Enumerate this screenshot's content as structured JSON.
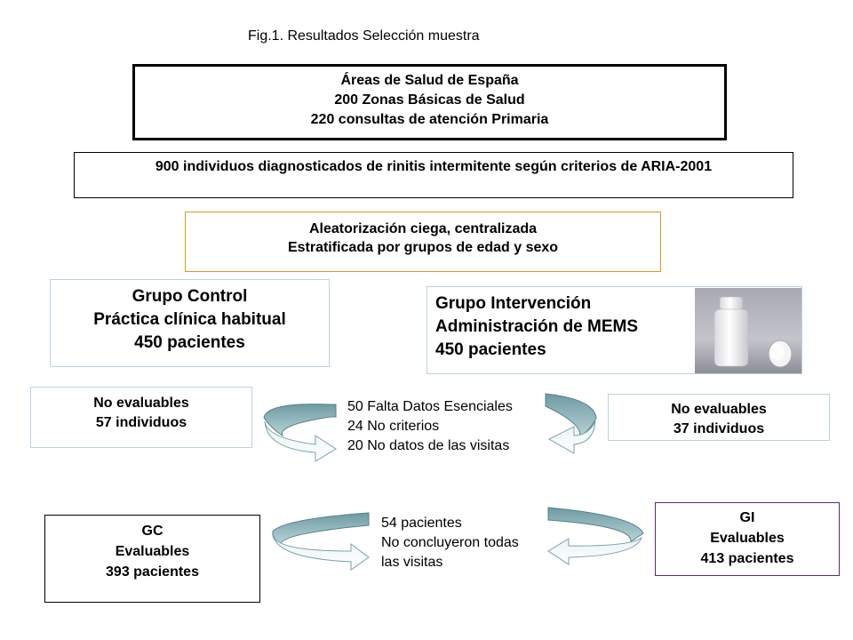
{
  "title": "Fig.1. Resultados  Selección muestra",
  "areas": [
    "Áreas de Salud de España",
    "200 Zonas Básicas de Salud",
    "220 consultas de atención Primaria"
  ],
  "diagnosed": "900 individuos diagnosticados de rinitis intermitente según criterios de ARIA-2001",
  "randomization": [
    "Aleatorización ciega, centralizada",
    "Estratificada por grupos de edad y sexo"
  ],
  "control_group": [
    "Grupo Control",
    "Práctica clínica habitual",
    "450 pacientes"
  ],
  "intervention_group": [
    "Grupo Intervención",
    "Administración de MEMS",
    "450 pacientes"
  ],
  "not_evaluable_control": [
    "No evaluables",
    "57 individuos"
  ],
  "not_evaluable_intervention": [
    "No evaluables",
    "37 individuos"
  ],
  "exclusion_reasons": [
    "50 Falta Datos Esenciales",
    "24 No criterios",
    "20 No datos de las visitas"
  ],
  "gc_final": [
    "GC",
    "Evaluables",
    "393 pacientes"
  ],
  "gi_final": [
    "GI",
    "Evaluables",
    "413 pacientes"
  ],
  "dropout_note": [
    "54 pacientes",
    "No  concluyeron todas",
    "las visitas"
  ],
  "colors": {
    "orange_border": "#d49a2a",
    "teal_border": "#bcd3de",
    "purple_border": "#5a2c70",
    "arrow_fill": "#8fb3ba"
  },
  "icons": {
    "mems": "pill-bottle-photo"
  }
}
